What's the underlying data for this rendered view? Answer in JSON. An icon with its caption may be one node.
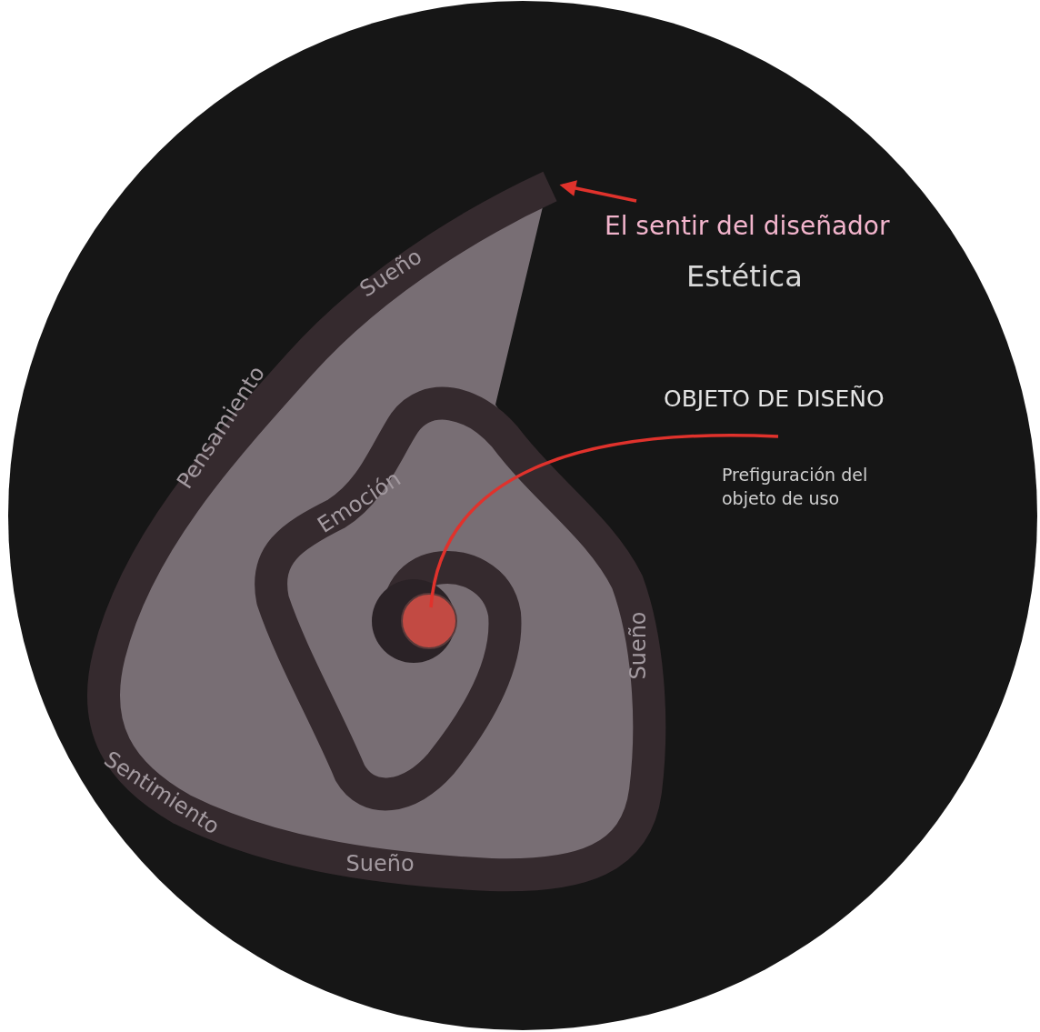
{
  "diagram": {
    "nodes": [
      {
        "text": [
          "El sentir del diseñador"
        ]
      },
      {
        "text": [
          "Sueño",
          "Pensamiento",
          "Emoción",
          "Sueño",
          "Sentimiento",
          "Sueño"
        ]
      },
      {
        "text": [
          "OBJETO DE DISEÑO"
        ],
        "beside": [
          "Prefiguración del objeto de uso"
        ]
      },
      {
        "text": [],
        "shape": "circle",
        "in": 1
      }
    ],
    "edges": [
      {
        "from": 0,
        "to": 1,
        "arrow": "to"
      },
      {
        "from": 2,
        "to": 3,
        "arrow": "none"
      }
    ],
    "labels": [
      "Estética"
    ]
  }
}
